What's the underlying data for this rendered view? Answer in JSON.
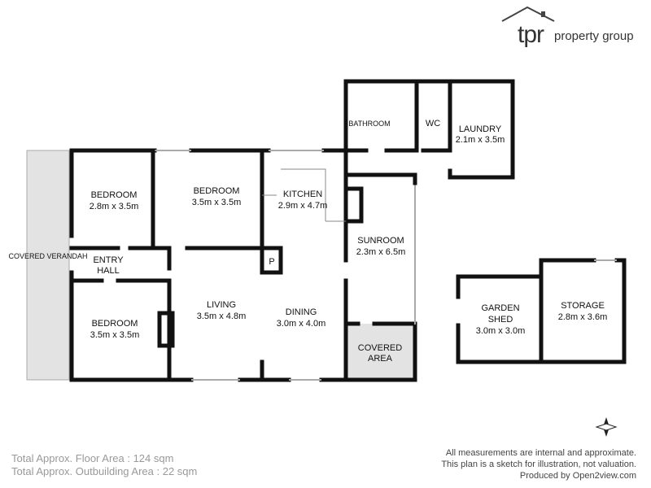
{
  "brand": {
    "logo_short": "tpr",
    "logo_rest": "property group"
  },
  "rooms": {
    "verandah": "COVERED VERANDAH",
    "bedroom1": {
      "name": "BEDROOM",
      "size": "2.8m x 3.5m"
    },
    "bedroom2": {
      "name": "BEDROOM",
      "size": "3.5m x 3.5m"
    },
    "kitchen": {
      "name": "KITCHEN",
      "size": "2.9m x 4.7m"
    },
    "bathroom": "BATHROOM",
    "wc": "WC",
    "laundry": {
      "name": "LAUNDRY",
      "size": "2.1m x 3.5m"
    },
    "entry": {
      "l1": "ENTRY",
      "l2": "HALL"
    },
    "pantry": "P",
    "sunroom": {
      "name": "SUNROOM",
      "size": "2.3m x 6.5m"
    },
    "bedroom3": {
      "name": "BEDROOM",
      "size": "3.5m x 3.5m"
    },
    "living": {
      "name": "LIVING",
      "size": "3.5m x 4.8m"
    },
    "dining": {
      "name": "DINING",
      "size": "3.0m x 4.0m"
    },
    "covered_area": {
      "l1": "COVERED",
      "l2": "AREA"
    },
    "garden_shed": {
      "l1": "GARDEN",
      "l2": "SHED",
      "size": "3.0m x 3.0m"
    },
    "storage": {
      "name": "STORAGE",
      "size": "2.8m x 3.6m"
    }
  },
  "totals": {
    "floor": "Total Approx. Floor Area : 124 sqm",
    "outbuilding": "Total Approx. Outbuilding Area : 22 sqm"
  },
  "notes": {
    "l1": "All measurements are internal and approximate.",
    "l2": "This plan is a sketch for illustration, not valuation.",
    "l3": "Produced by Open2view.com"
  }
}
